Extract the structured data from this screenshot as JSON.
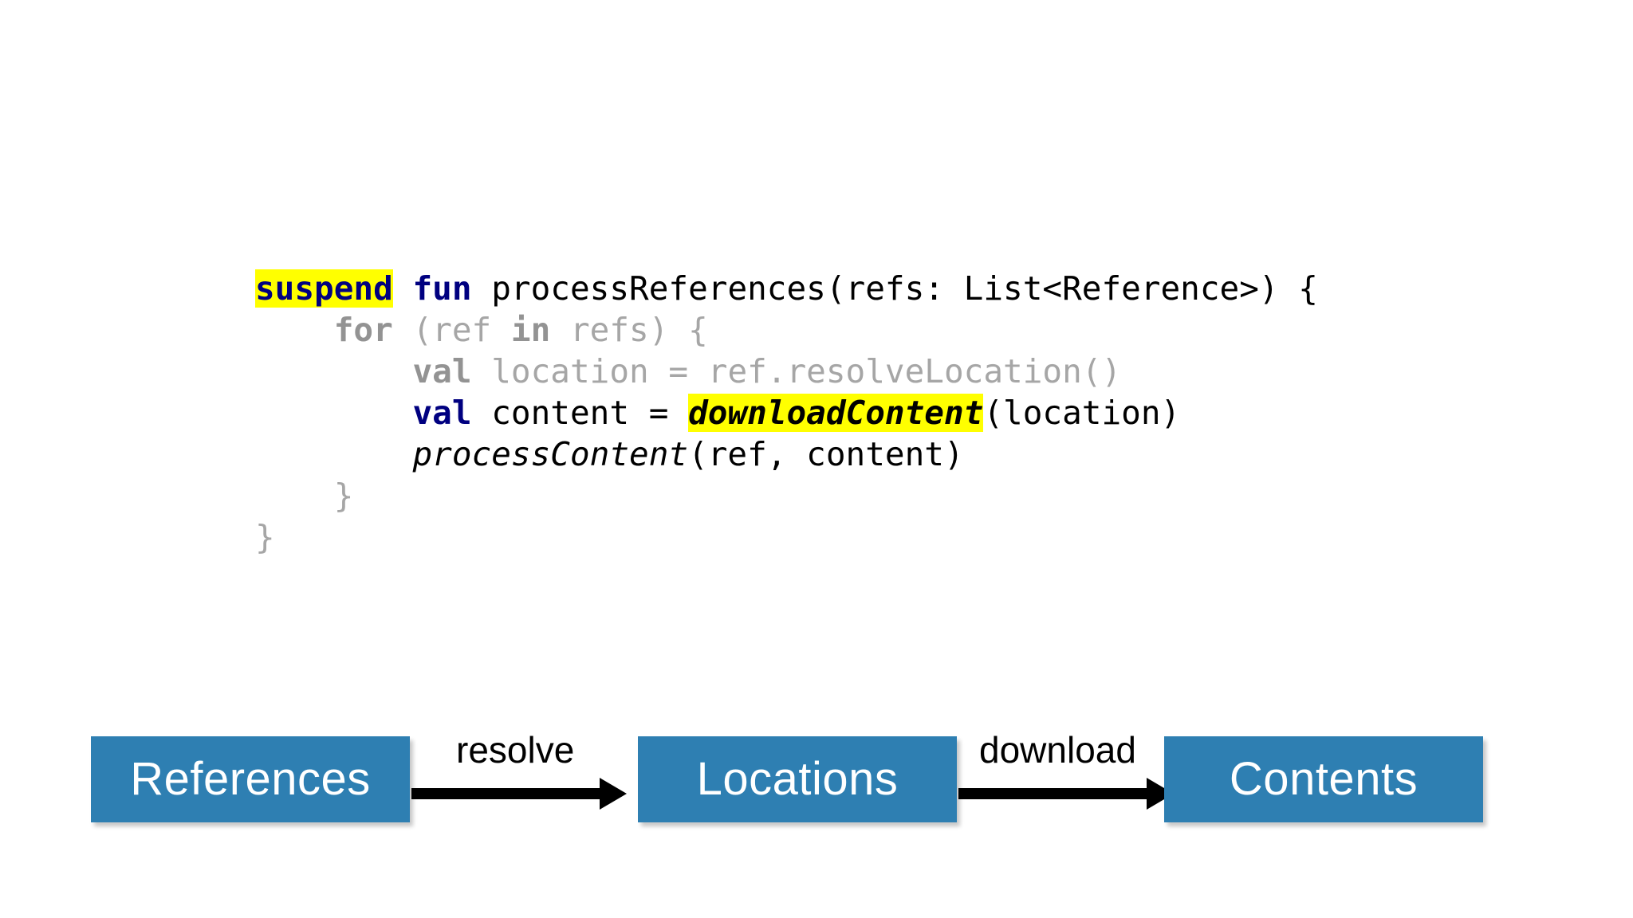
{
  "slide": {
    "background_color": "#ffffff",
    "highlight_color": "#ffff00",
    "keyword_color": "#000080",
    "dim_color": "#a6a6a6",
    "node_color": "#2e7fb2",
    "node_text_color": "#ffffff",
    "arrow_color": "#000000"
  },
  "code": {
    "language": "kotlin",
    "font": "monospace",
    "lines": [
      {
        "indent": "",
        "tokens": [
          {
            "text": "suspend",
            "style": "kw-blue",
            "highlight": true
          },
          {
            "text": " ",
            "style": "plain",
            "highlight": false
          },
          {
            "text": "fun",
            "style": "kw-blue",
            "highlight": false
          },
          {
            "text": " processReferences(refs: List<Reference>) {",
            "style": "plain",
            "highlight": false
          }
        ]
      },
      {
        "indent": "    ",
        "tokens": [
          {
            "text": "for",
            "style": "dim-bold",
            "highlight": false
          },
          {
            "text": " (ref ",
            "style": "dim",
            "highlight": false
          },
          {
            "text": "in",
            "style": "dim-bold",
            "highlight": false
          },
          {
            "text": " refs) {",
            "style": "dim",
            "highlight": false
          }
        ]
      },
      {
        "indent": "        ",
        "tokens": [
          {
            "text": "val",
            "style": "dim-bold",
            "highlight": false
          },
          {
            "text": " location = ref.resolveLocation()",
            "style": "dim",
            "highlight": false
          }
        ]
      },
      {
        "indent": "        ",
        "tokens": [
          {
            "text": "val",
            "style": "kw-blue",
            "highlight": false
          },
          {
            "text": " content = ",
            "style": "plain",
            "highlight": false
          },
          {
            "text": "downloadContent",
            "style": "ital-bold",
            "highlight": true
          },
          {
            "text": "(location)",
            "style": "plain",
            "highlight": false
          }
        ]
      },
      {
        "indent": "        ",
        "tokens": [
          {
            "text": "processContent",
            "style": "ital",
            "highlight": false
          },
          {
            "text": "(ref, content)",
            "style": "plain",
            "highlight": false
          }
        ]
      },
      {
        "indent": "    ",
        "tokens": [
          {
            "text": "}",
            "style": "dim",
            "highlight": false
          }
        ]
      },
      {
        "indent": "",
        "tokens": [
          {
            "text": "}",
            "style": "dim",
            "highlight": false
          }
        ]
      }
    ]
  },
  "diagram": {
    "type": "flow",
    "nodes": [
      {
        "id": "references",
        "label": "References"
      },
      {
        "id": "locations",
        "label": "Locations"
      },
      {
        "id": "contents",
        "label": "Contents"
      }
    ],
    "edges": [
      {
        "from": "references",
        "to": "locations",
        "label": "resolve"
      },
      {
        "from": "locations",
        "to": "contents",
        "label": "download"
      }
    ]
  }
}
